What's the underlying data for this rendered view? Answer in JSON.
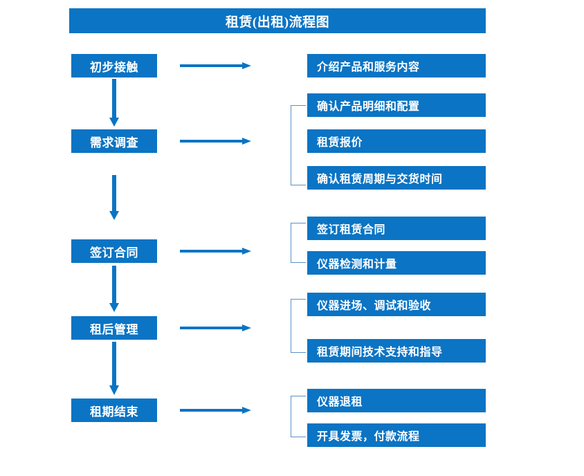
{
  "diagram": {
    "title": "租赁(出租)流程图",
    "colors": {
      "box_fill": "#0b74c4",
      "box_text": "#ffffff",
      "arrow": "#0b74c4",
      "bracket": "#5b8fc9",
      "background": "#ffffff"
    },
    "stages": [
      {
        "id": "stage-1",
        "label": "初步接触"
      },
      {
        "id": "stage-2",
        "label": "需求调查"
      },
      {
        "id": "stage-3",
        "label": "签订合同"
      },
      {
        "id": "stage-4",
        "label": "租后管理"
      },
      {
        "id": "stage-5",
        "label": "租期结束"
      }
    ],
    "details": [
      {
        "id": "detail-1",
        "label": "介绍产品和服务内容"
      },
      {
        "id": "detail-2",
        "label": "确认产品明细和配置"
      },
      {
        "id": "detail-3",
        "label": "租赁报价"
      },
      {
        "id": "detail-4",
        "label": "确认租赁周期与交货时间"
      },
      {
        "id": "detail-5",
        "label": "签订租赁合同"
      },
      {
        "id": "detail-6",
        "label": "仪器检测和计量"
      },
      {
        "id": "detail-7",
        "label": "仪器进场、调试和验收"
      },
      {
        "id": "detail-8",
        "label": "租赁期间技术支持和指导"
      },
      {
        "id": "detail-9",
        "label": "仪器退租"
      },
      {
        "id": "detail-10",
        "label": "开具发票，付款流程"
      }
    ],
    "groups": [
      {
        "id": "group-needs",
        "stage": "需求调查",
        "details": [
          "确认产品明细和配置",
          "租赁报价",
          "确认租赁周期与交货时间"
        ]
      },
      {
        "id": "group-contract",
        "stage": "签订合同",
        "details": [
          "签订租赁合同",
          "仪器检测和计量"
        ]
      },
      {
        "id": "group-postrent",
        "stage": "租后管理",
        "details": [
          "仪器进场、调试和验收",
          "租赁期间技术支持和指导"
        ]
      },
      {
        "id": "group-end",
        "stage": "租期结束",
        "details": [
          "仪器退租",
          "开具发票，付款流程"
        ]
      }
    ],
    "connectors": {
      "vertical_flow": [
        "初步接触 → 需求调查",
        "需求调查 → 签订合同",
        "签订合同 → 租后管理",
        "租后管理 → 租期结束"
      ],
      "horizontal_links": [
        "初步接触 →",
        "需求调查 →",
        "签订合同 →",
        "租后管理 →",
        "租期结束 →"
      ]
    }
  }
}
